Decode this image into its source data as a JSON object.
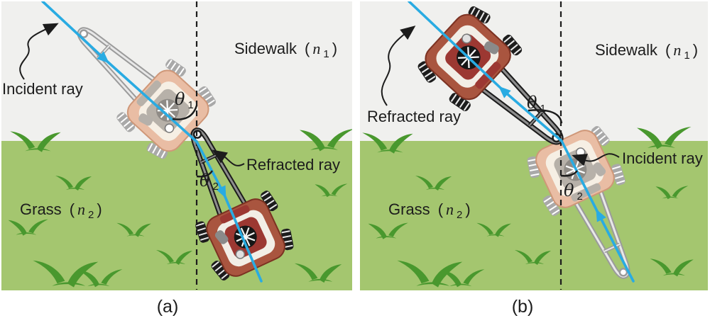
{
  "colors": {
    "page_bg": "#ffffff",
    "sidewalk": "#f0f0ee",
    "grass": "#a4c66f",
    "grass_tuft": "#49982e",
    "ray": "#29abe2",
    "ink": "#1c1c1c",
    "mower_red": "#a9553f",
    "mower_red_dark": "#8f2f2a",
    "mower_tan": "#e9bda4",
    "mower_cream": "#f2eee6",
    "handle_dark": "#1c1c1c",
    "handle_gray": "#9b9b9b"
  },
  "panel_a": {
    "caption": "(a)",
    "top_region": {
      "name": "Sidewalk",
      "open": "(",
      "index_symbol": "n",
      "index_sub": "1",
      "close": ")"
    },
    "bottom_region": {
      "name": "Grass",
      "open": "(",
      "index_symbol": "n",
      "index_sub": "2",
      "close": ")"
    },
    "incident_label": "Incident ray",
    "refracted_label": "Refracted ray",
    "angle_incident": {
      "symbol": "θ",
      "sub": "1"
    },
    "angle_refracted": {
      "symbol": "θ",
      "sub": "2"
    }
  },
  "panel_b": {
    "caption": "(b)",
    "top_region": {
      "name": "Sidewalk",
      "open": "(",
      "index_symbol": "n",
      "index_sub": "1",
      "close": ")"
    },
    "bottom_region": {
      "name": "Grass",
      "open": "(",
      "index_symbol": "n",
      "index_sub": "2",
      "close": ")"
    },
    "incident_label": "Incident ray",
    "refracted_label": "Refracted ray",
    "angle_incident": {
      "symbol": "θ",
      "sub": "1"
    },
    "angle_refracted": {
      "symbol": "θ",
      "sub": "2"
    }
  }
}
